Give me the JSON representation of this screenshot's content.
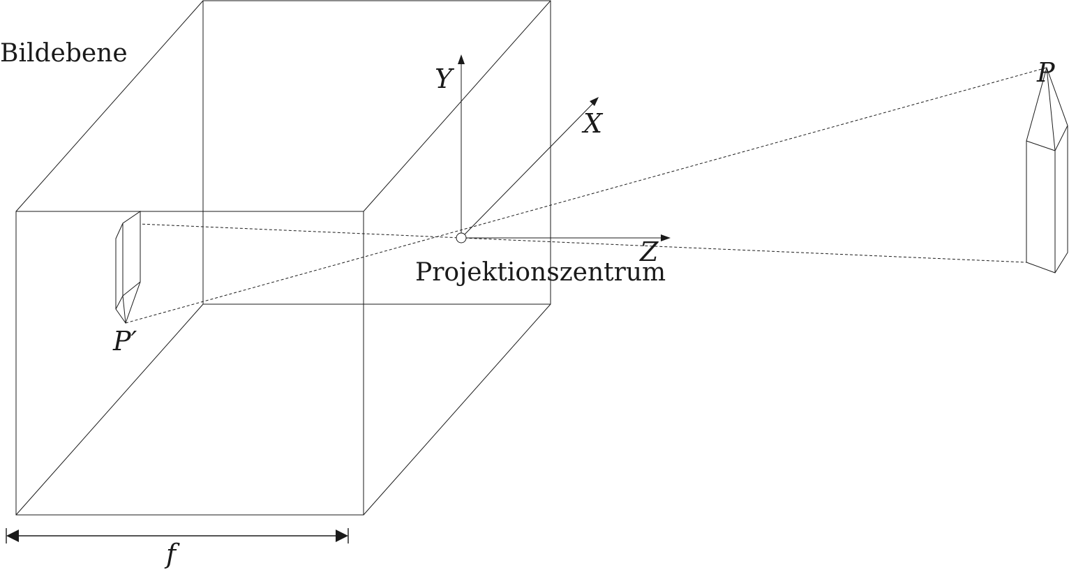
{
  "diagram": {
    "labels": {
      "image_plane": "Bildebene",
      "projection_center": "Projektionszentrum",
      "axis_x": "X",
      "axis_y": "Y",
      "axis_z": "Z",
      "object_point": "P",
      "image_point": "P′",
      "focal_length": "f"
    },
    "colors": {
      "line": "#1a1a1a",
      "background": "#ffffff"
    }
  }
}
